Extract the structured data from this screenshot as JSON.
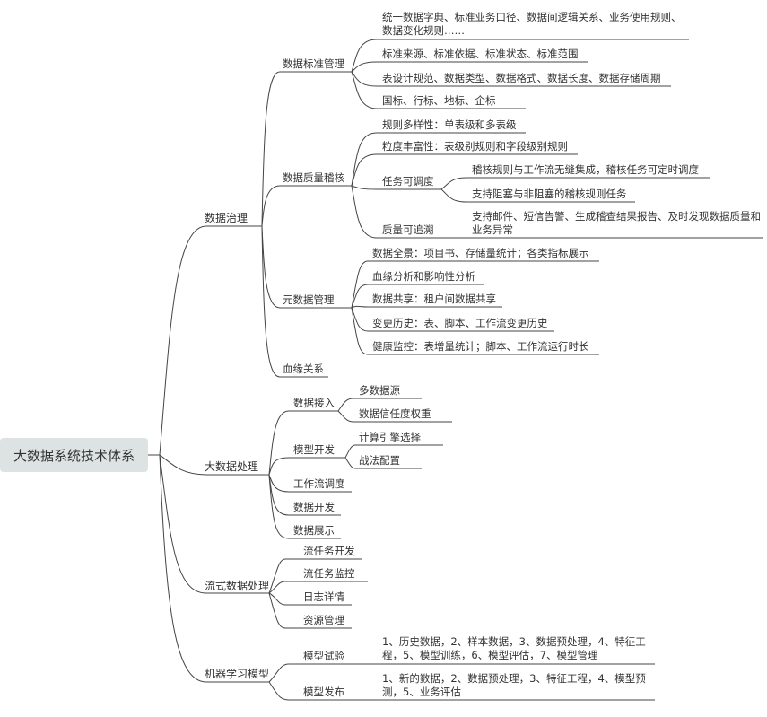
{
  "root": {
    "title": "大数据系统技术体系"
  },
  "branches": {
    "governance": {
      "label": "数据治理",
      "standard": {
        "label": "数据标准管理",
        "items": [
          "统一数据字典、标准业务口径、数据间逻辑关系、业务使用规则、数据变化规则……",
          "标准来源、标准依据、标准状态、标准范围",
          "表设计规范、数据类型、数据格式、数据长度、数据存储周期",
          "国标、行标、地标、企标"
        ]
      },
      "quality": {
        "label": "数据质量稽核",
        "items": [
          "规则多样性：单表级和多表级",
          "粒度丰富性：表级别规则和字段级别规则"
        ],
        "schedulable": {
          "label": "任务可调度",
          "items": [
            "稽核规则与工作流无缝集成，稽核任务可定时调度",
            "支持阻塞与非阻塞的稽核规则任务"
          ]
        },
        "traceable": {
          "label": "质量可追溯",
          "item": "支持邮件、短信告警、生成稽查结果报告、及时发现数据质量和业务异常"
        }
      },
      "metadata": {
        "label": "元数据管理",
        "items": [
          "数据全景：项目书、存储量统计；各类指标展示",
          "血缘分析和影响性分析",
          "数据共享：租户间数据共享",
          "变更历史：表、脚本、工作流变更历史",
          "健康监控：表增量统计；脚本、工作流运行时长"
        ]
      },
      "lineage": {
        "label": "血缘关系"
      }
    },
    "processing": {
      "label": "大数据处理",
      "ingest": {
        "label": "数据接入",
        "items": [
          "多数据源",
          "数据信任度权重"
        ]
      },
      "model_dev": {
        "label": "模型开发",
        "items": [
          "计算引擎选择",
          "战法配置"
        ]
      },
      "workflow": {
        "label": "工作流调度"
      },
      "data_dev": {
        "label": "数据开发"
      },
      "display": {
        "label": "数据展示"
      }
    },
    "streaming": {
      "label": "流式数据处理",
      "items": [
        "流任务开发",
        "流任务监控",
        "日志详情",
        "资源管理"
      ]
    },
    "ml": {
      "label": "机器学习模型",
      "trial": {
        "label": "模型试验",
        "item": "1、历史数据，2、样本数据，3、数据预处理，4、特征工程，5、模型训练，6、模型评估，7、模型管理"
      },
      "release": {
        "label": "模型发布",
        "item": "1、新的数据，2、数据预处理，3、特征工程，4、模型预测，5、业务评估"
      }
    }
  },
  "colors": {
    "line": "#444444",
    "root_bg": "#dde3e3",
    "text": "#333333"
  }
}
